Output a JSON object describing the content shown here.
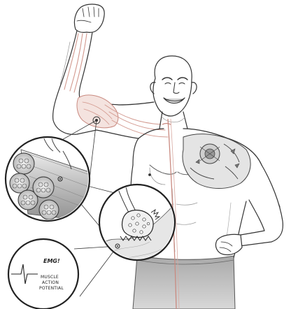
{
  "emg_callout": {
    "title": "EMG!",
    "label_line1": "MUSCLE",
    "label_line2": "ACTION",
    "label_line3": "POTENTIAL"
  },
  "colors": {
    "ink": "#333333",
    "muscle": "#d39a90",
    "nerve": "#c98a80",
    "skin_shade": "#bdbdbd",
    "paper": "#ffffff"
  }
}
